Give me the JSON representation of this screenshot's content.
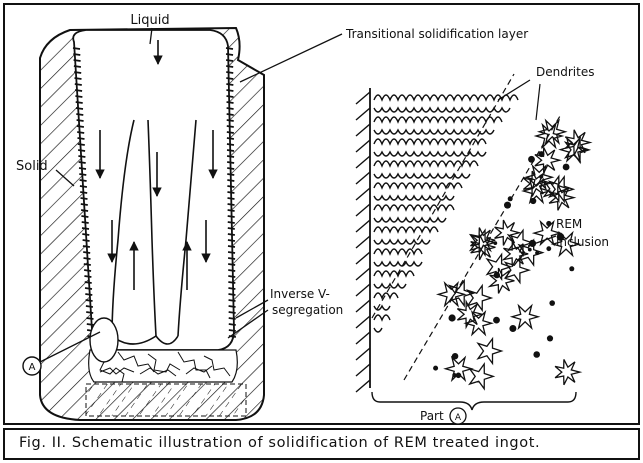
{
  "labels": {
    "liquid": "Liquid",
    "transitional": "Transitional solidification layer",
    "solid": "Solid",
    "inverse_v_1": "Inverse V-",
    "inverse_v_2": "segregation",
    "marker_a": "A",
    "dendrites": "Dendrites",
    "rem_1": "REM",
    "rem_2": "inclusion",
    "part_a": "Part",
    "part_a_marker": "A"
  },
  "caption": "Fig. II. Schematic illustration of solidification of REM treated ingot.",
  "colors": {
    "ink": "#111111",
    "background": "#ffffff"
  }
}
